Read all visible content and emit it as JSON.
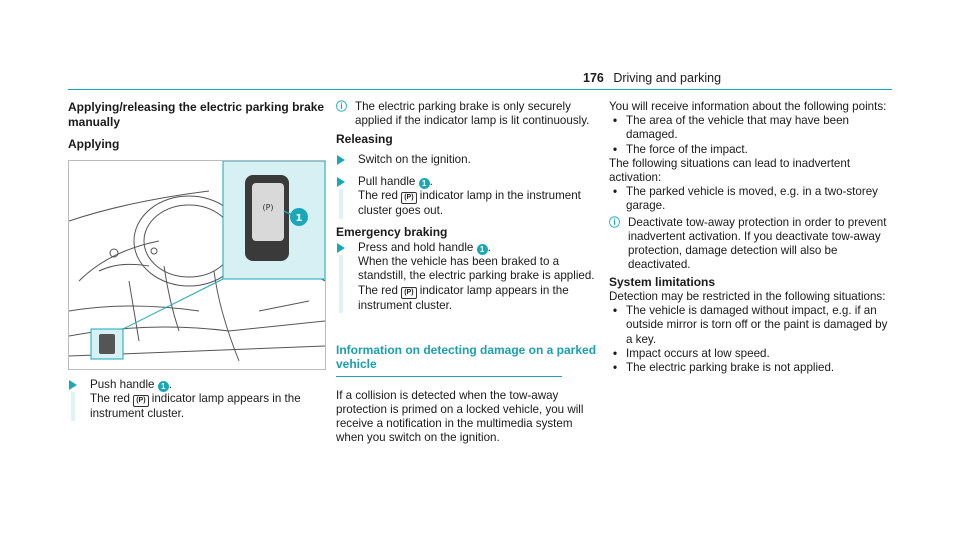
{
  "header": {
    "page_number": "176",
    "section": "Driving and parking"
  },
  "col1": {
    "title": "Applying/releasing the electric parking brake manually",
    "subtitle": "Applying",
    "figure_callout": "1",
    "step1": {
      "text_a": "Push handle",
      "badge": "1",
      "text_b": ".",
      "text_c": "The red",
      "icon": "(P)",
      "text_d": "indicator lamp appears in the instrument cluster."
    }
  },
  "col2": {
    "note": "The electric parking brake is only securely applied if the indicator lamp is lit continuously.",
    "releasing": "Releasing",
    "step1": "Switch on the ignition.",
    "step2": {
      "text_a": "Pull handle",
      "badge": "1",
      "text_b": ".",
      "text_c": "The red",
      "icon": "(P)",
      "text_d": "indicator lamp in the instrument cluster goes out."
    },
    "emergency": "Emergency braking",
    "step3": {
      "text_a": "Press and hold handle",
      "badge": "1",
      "text_b": ".",
      "text_c": "When the vehicle has been braked to a standstill, the electric parking brake is applied. The red",
      "icon": "(P)",
      "text_d": "indicator lamp appears in the instrument cluster."
    },
    "info_title": "Information on detecting damage on a parked vehicle",
    "info_body": "If a collision is detected when the tow-away protection is primed on a locked vehicle, you will receive a notification in the multimedia system when you switch on the ignition."
  },
  "col3": {
    "intro": "You will receive information about the following points:",
    "bullets1": [
      "The area of the vehicle that may have been damaged.",
      "The force of the impact."
    ],
    "situations": "The following situations can lead to inadvertent activation:",
    "bullets2": [
      "The parked vehicle is moved, e.g. in a two-storey garage."
    ],
    "note": "Deactivate tow-away protection in order to prevent inadvertent activation. If you deactivate tow-away protection, damage detection will also be deactivated.",
    "sys_title": "System limitations",
    "sys_body": "Detection may be restricted in the following situations:",
    "bullets3": [
      "The vehicle is damaged without impact, e.g. if an outside mirror is torn off or the paint is damaged by a key.",
      "Impact occurs at low speed.",
      "The electric parking brake is not applied."
    ]
  },
  "colors": {
    "accent": "#1aa8b8",
    "inset_bg": "#d6f0f3"
  }
}
